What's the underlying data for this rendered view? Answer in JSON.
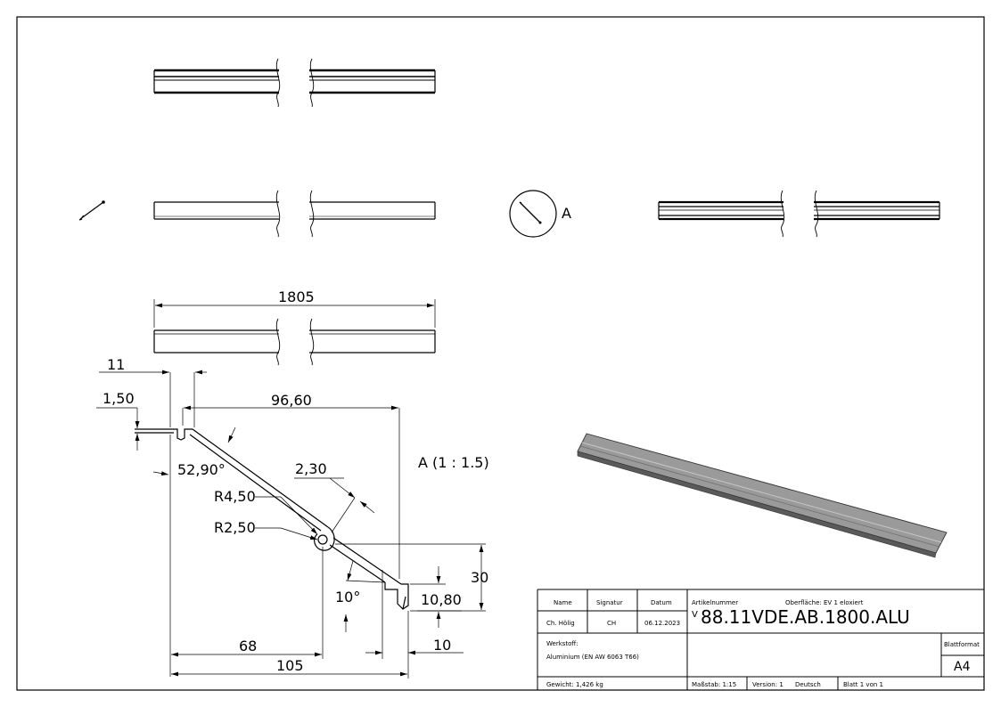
{
  "drawing": {
    "length_dim": "1805",
    "detail_ref": "A",
    "detail_title": "A (1 : 1.5)",
    "dims": {
      "d11": "11",
      "d150": "1,50",
      "d9660": "96,60",
      "angle": "52,90°",
      "d230": "2,30",
      "r450": "R4,50",
      "r250": "R2,50",
      "d30": "30",
      "d1080": "10,80",
      "angle10": "10°",
      "d10": "10",
      "d68": "68",
      "d105": "105"
    }
  },
  "title_block": {
    "name_label": "Name",
    "signatur_label": "Signatur",
    "datum_label": "Datum",
    "name_value": "Ch. Hölig",
    "signatur_value": "CH",
    "datum_value": "06.12.2023",
    "artikel_label": "Artikelnummer",
    "oberflaeche_label": "Oberfläche:  EV 1 eloxiert",
    "artikel_prefix": "V",
    "artikel_number": "88.11VDE.AB.1800.ALU",
    "werkstoff_label": "Werkstoff:",
    "werkstoff_value": "Aluminium (EN AW 6063 T66)",
    "blattformat_label": "Blattformat",
    "blattformat_value": "A4",
    "gewicht": "Gewicht: 1,426 kg",
    "massstab": "Maßstab: 1:15",
    "version": "Version: 1",
    "sprache": "Deutsch",
    "blatt": "Blatt 1 von 1"
  }
}
